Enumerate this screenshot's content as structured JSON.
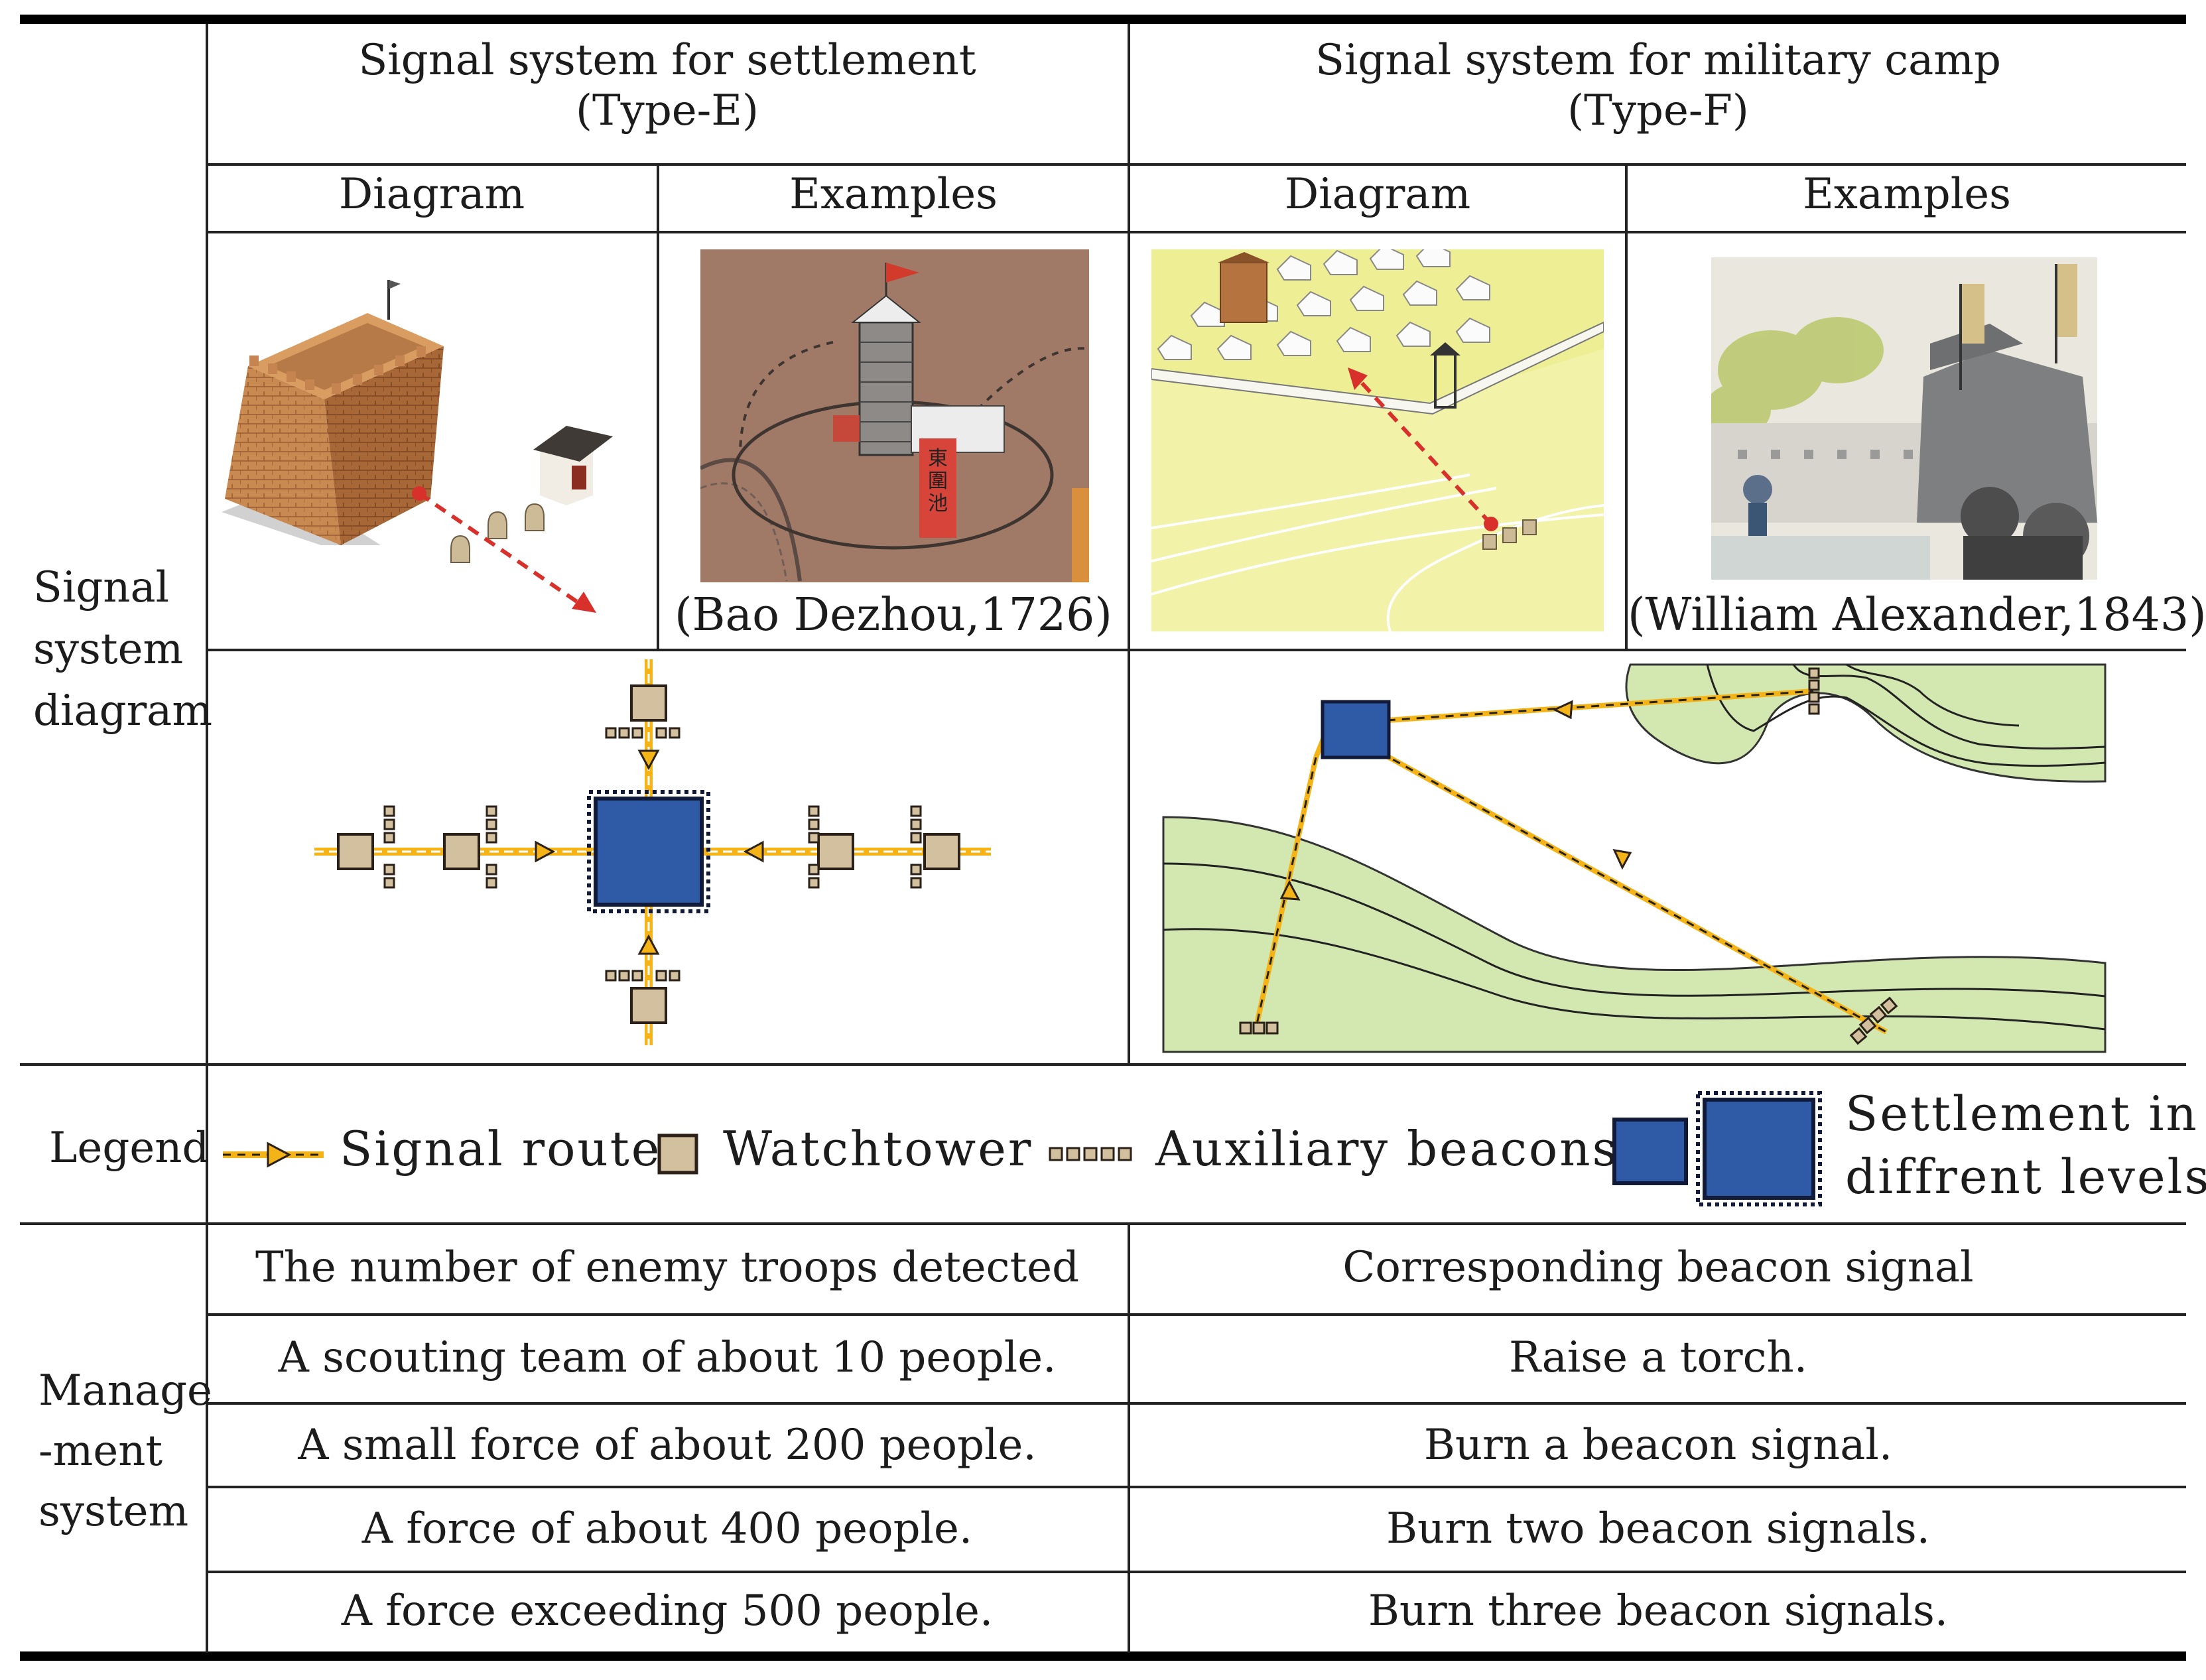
{
  "header": {
    "type_e_title": "Signal system for settlement\n(Type-E)",
    "type_f_title": "Signal system for military camp\n(Type-F)",
    "diagram_label_e": "Diagram",
    "examples_label_e": "Examples",
    "diagram_label_f": "Diagram",
    "examples_label_f": "Examples"
  },
  "row_labels": {
    "signal_system": "Signal\nsystem\ndiagram",
    "legend": "Legend",
    "management": "Manage\n-ment\nsystem"
  },
  "examples": {
    "type_e_caption": "(Bao Dezhou,1726)",
    "type_e_map_text": "東\n圍\n池",
    "type_f_caption": "(William Alexander,1843)"
  },
  "legend": {
    "signal_route": "Signal route",
    "watchtower": "Watchtower",
    "auxiliary_beacons": "Auxiliary beacons",
    "settlement": "Settlement in\ndiffrent levels"
  },
  "management": {
    "col1_header": "The number of enemy troops detected",
    "col2_header": "Corresponding beacon signal",
    "rows": [
      {
        "troops": "A scouting team of about 10 people.",
        "signal": "Raise a torch."
      },
      {
        "troops": "A small force of about 200 people.",
        "signal": "Burn a beacon signal."
      },
      {
        "troops": "A force of about 400 people.",
        "signal": "Burn two beacon signals."
      },
      {
        "troops": "A force exceeding 500 people.",
        "signal": "Burn three beacon signals."
      }
    ]
  },
  "colors": {
    "settlement_blue": "#2f5aa6",
    "watchtower_tan": "#d2c09e",
    "route_orange": "#f4b418",
    "terrain_green": "#d3e8b0",
    "arrow_red": "#d8312b"
  }
}
